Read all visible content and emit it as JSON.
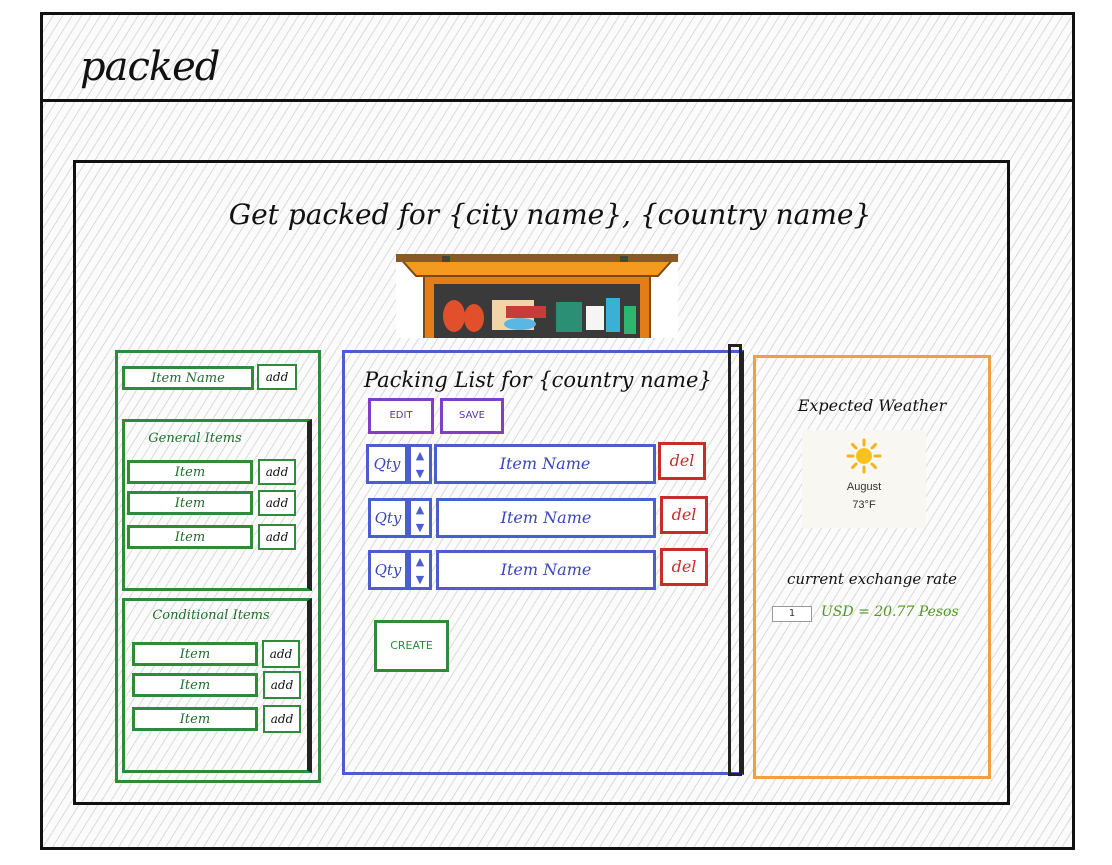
{
  "app": {
    "title": "packed"
  },
  "page": {
    "title": "Get packed for {city name}, {country name}"
  },
  "left_panel": {
    "name_input": {
      "placeholder": "Item Name",
      "add_label": "add"
    },
    "general": {
      "title": "General Items",
      "items": [
        {
          "label": "Item",
          "add_label": "add"
        },
        {
          "label": "Item",
          "add_label": "add"
        },
        {
          "label": "Item",
          "add_label": "add"
        }
      ]
    },
    "conditional": {
      "title": "Conditional Items",
      "items": [
        {
          "label": "Item",
          "add_label": "add"
        },
        {
          "label": "Item",
          "add_label": "add"
        },
        {
          "label": "Item",
          "add_label": "add"
        }
      ]
    }
  },
  "packing_list": {
    "title": "Packing List for {country name}",
    "edit_label": "EDIT",
    "save_label": "SAVE",
    "rows": [
      {
        "qty": "Qty",
        "name": "Item Name",
        "del_label": "del"
      },
      {
        "qty": "Qty",
        "name": "Item Name",
        "del_label": "del"
      },
      {
        "qty": "Qty",
        "name": "Item Name",
        "del_label": "del"
      }
    ],
    "create_label": "CREATE"
  },
  "weather": {
    "title": "Expected Weather",
    "icon": "sun-icon",
    "month": "August",
    "temp": "73°F"
  },
  "exchange": {
    "title": "current exchange rate",
    "amount": "1",
    "text": "USD = 20.77 Pesos"
  },
  "colors": {
    "green": "#2e8b3a",
    "blue": "#4a5ed0",
    "purple": "#7f3fc7",
    "red": "#c62d2d",
    "orange": "#f0a040",
    "rate_green": "#4c9a1c"
  }
}
